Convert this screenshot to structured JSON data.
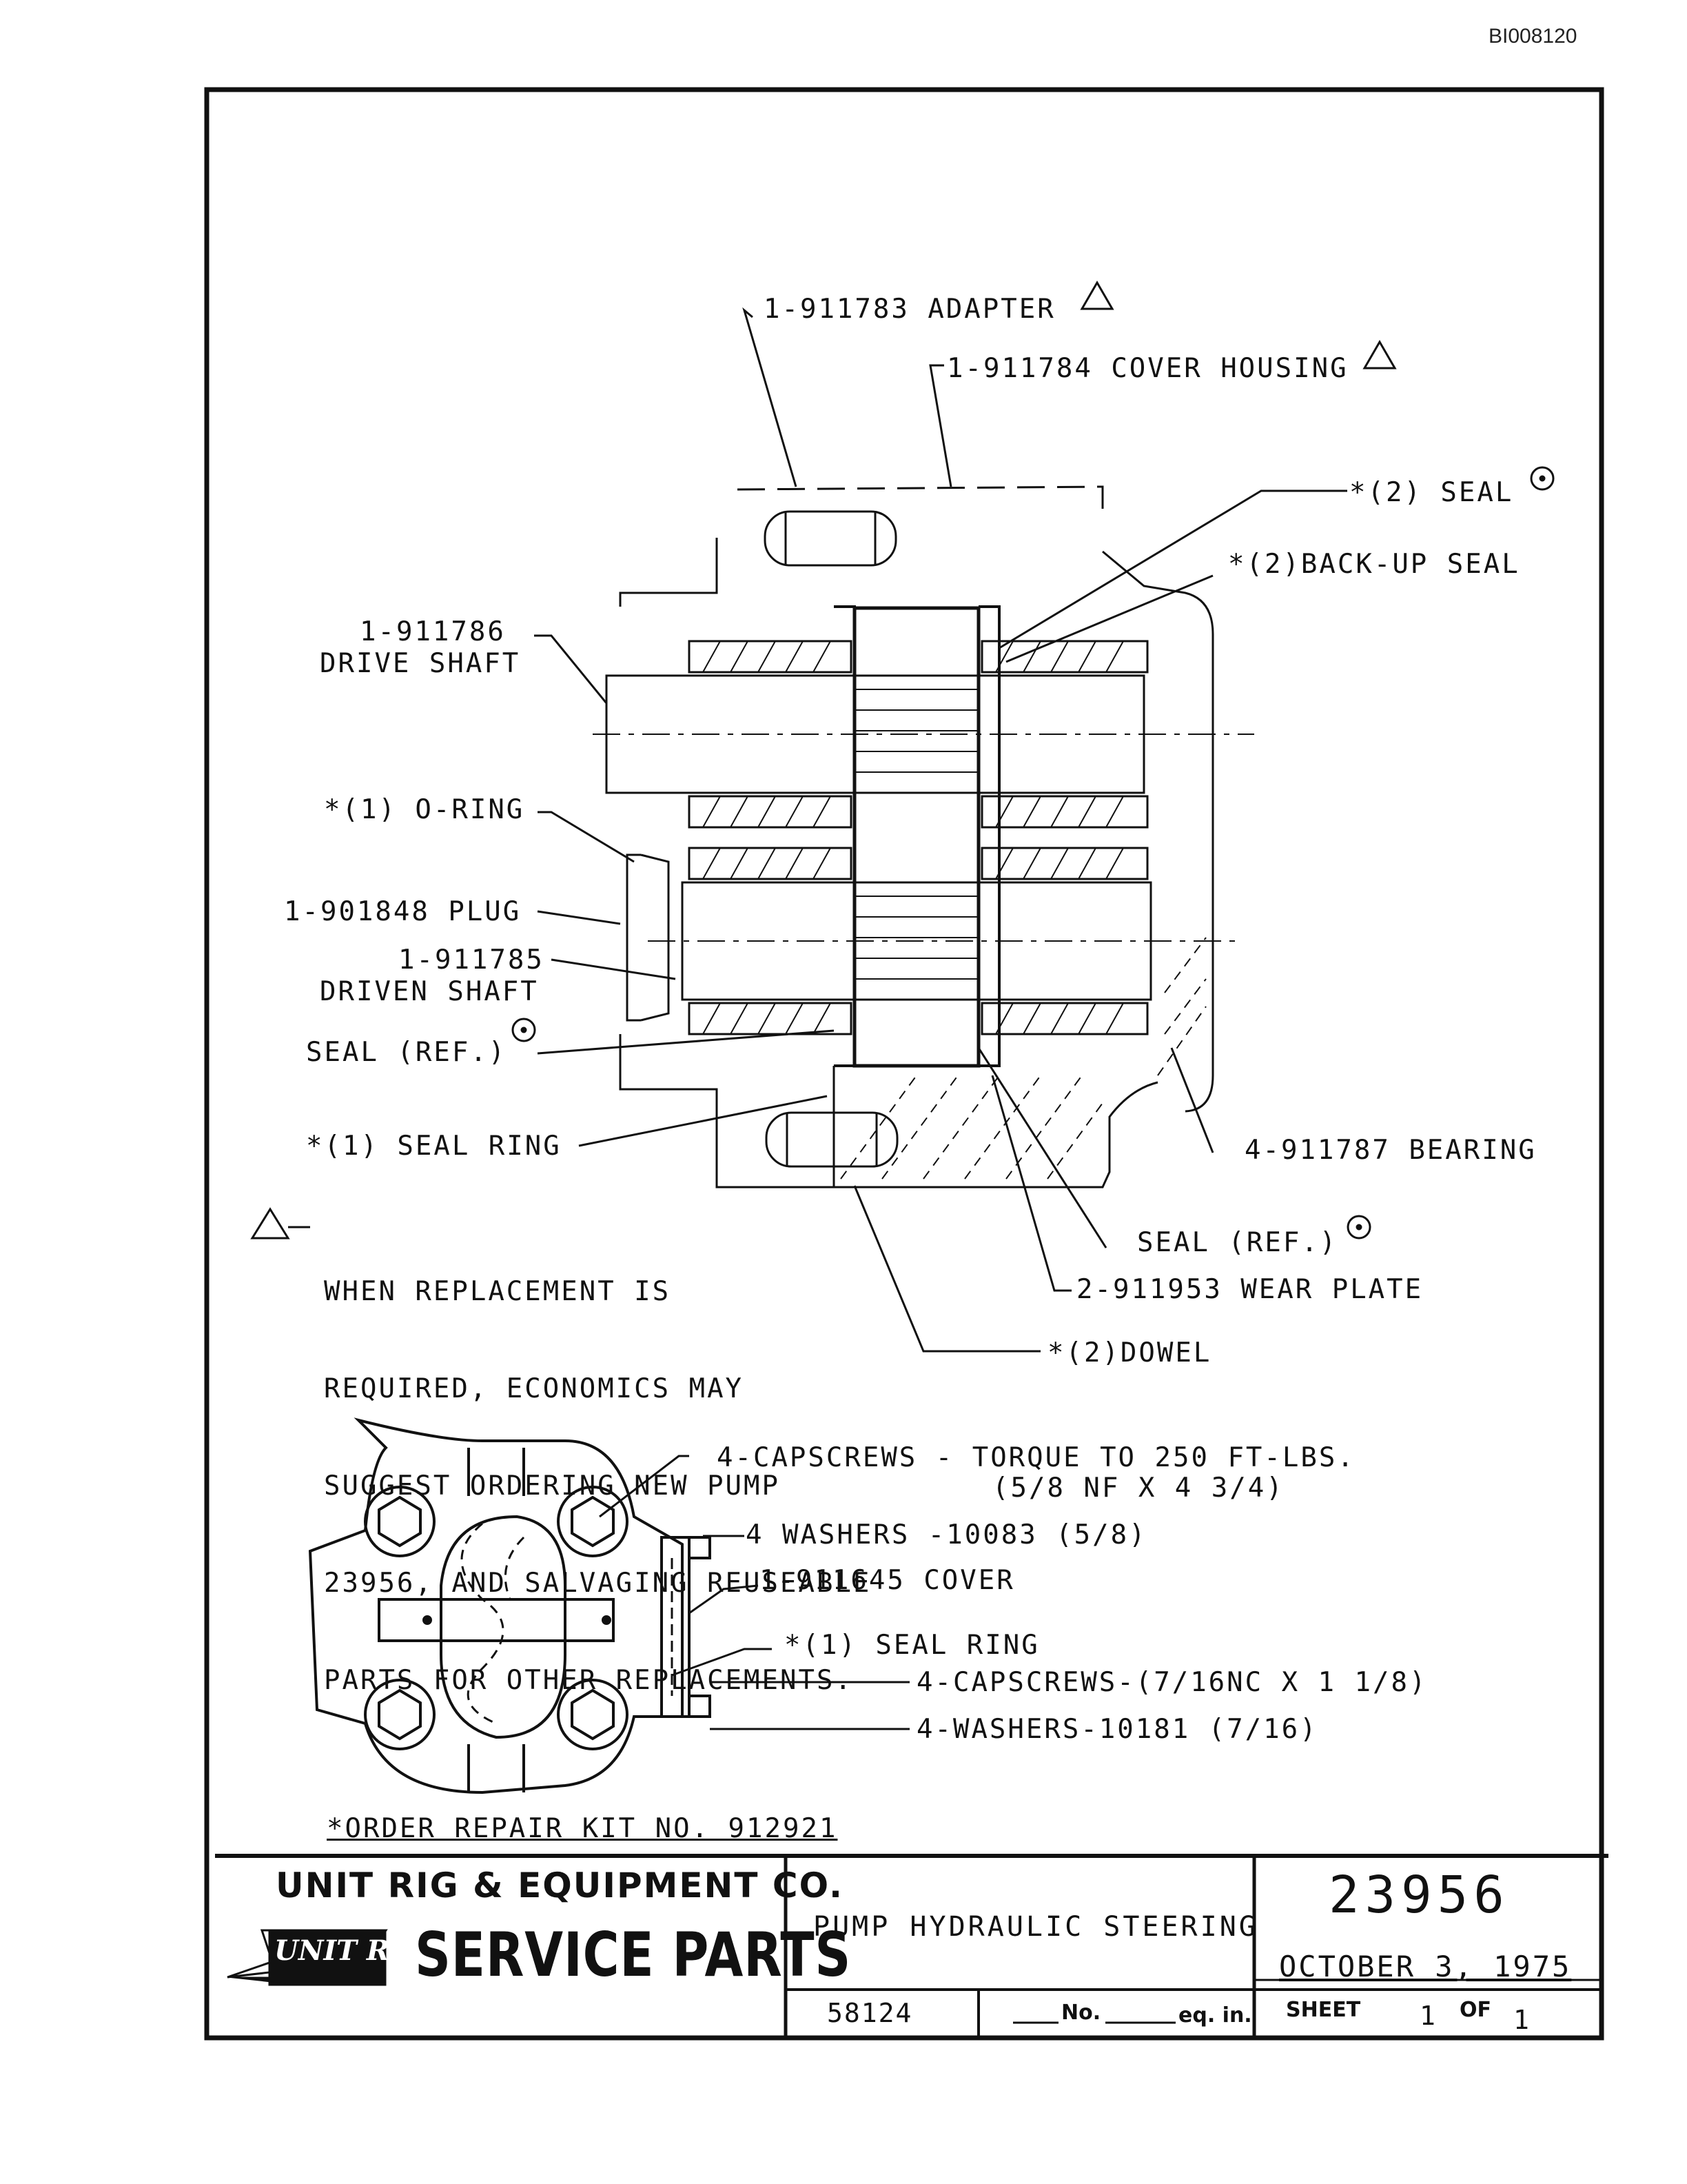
{
  "doc_id": "BI008120",
  "callouts": {
    "adapter": "1-911783 ADAPTER",
    "cover_housing": "1-911784 COVER HOUSING",
    "seal_2": "*(2) SEAL",
    "backup_seal": "*(2)BACK-UP SEAL",
    "drive_shaft_num": "1-911786",
    "drive_shaft_name": "DRIVE SHAFT",
    "o_ring": "*(1) O-RING",
    "plug": "1-901848 PLUG",
    "driven_shaft_num": "1-911785",
    "driven_shaft_name": "DRIVEN SHAFT",
    "seal_ref_left": "SEAL (REF.)",
    "seal_ring_1": "*(1) SEAL RING",
    "bearing": "4-911787 BEARING",
    "seal_ref_right": "SEAL (REF.)",
    "wear_plate": "2-911953 WEAR PLATE",
    "dowel": "*(2)DOWEL"
  },
  "replacement_note": {
    "line1": "WHEN REPLACEMENT IS",
    "line2": "REQUIRED, ECONOMICS MAY",
    "line3": "SUGGEST ORDERING NEW PUMP",
    "line4": "23956, AND SALVAGING REUSEABLE",
    "line5": "PARTS FOR OTHER REPLACEMENTS."
  },
  "lower_callouts": {
    "capscrews_torque": "4-CAPSCREWS - TORQUE TO 250 FT-LBS.",
    "capscrews_size": "(5/8 NF X 4 3/4)",
    "washers_10083": "4 WASHERS -10083 (5/8)",
    "cover": "1-911645 COVER",
    "seal_ring": "*(1) SEAL RING",
    "capscrews_small": "4-CAPSCREWS-(7/16NC X 1 1/8)",
    "washers_10181": "4-WASHERS-10181 (7/16)"
  },
  "repair_kit": "*ORDER REPAIR KIT NO. 912921",
  "title_block": {
    "company": "UNIT RIG & EQUIPMENT CO.",
    "logo_text": "UNIT RIG",
    "service_parts": "SERVICE PARTS",
    "part_title": "PUMP HYDRAULIC STEERING",
    "part_number": "23956",
    "date": "OCTOBER 3, 1975",
    "ref_number": "58124",
    "no_label": "No.",
    "eq_label": "eq. in.",
    "sheet_label": "SHEET",
    "sheet_num": "1",
    "of_label": "OF",
    "sheet_total": "1"
  },
  "colors": {
    "ink": "#111111",
    "paper": "#ffffff"
  },
  "icons": {
    "revision": "triangle-icon",
    "reference": "circle-dot-icon"
  }
}
